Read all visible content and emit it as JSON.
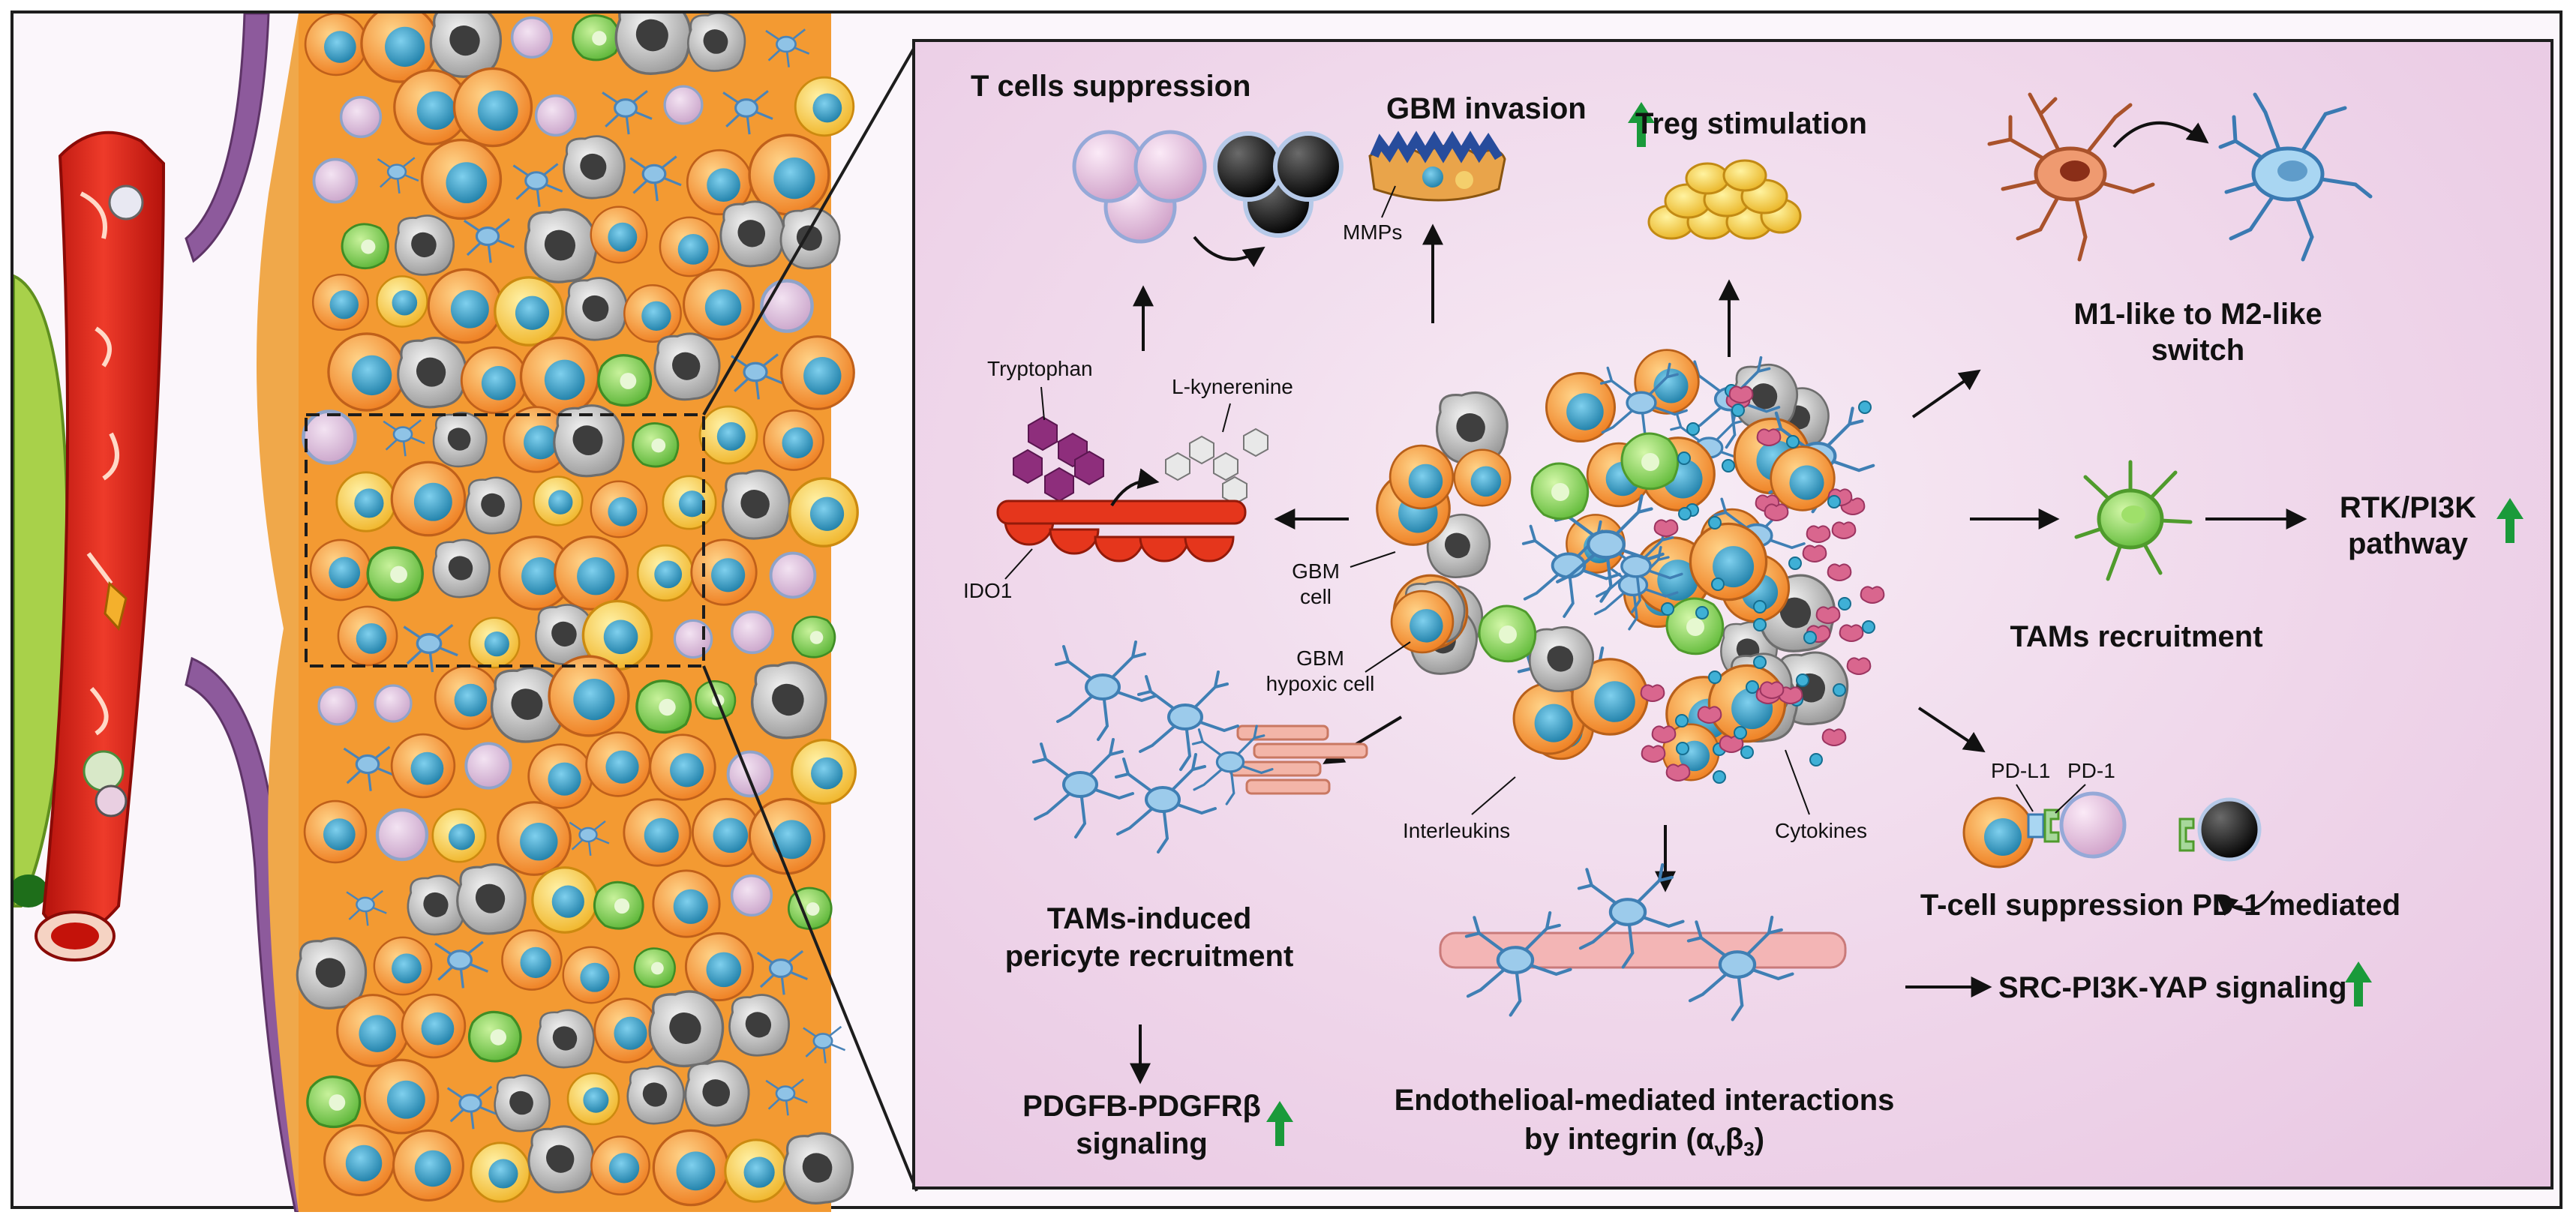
{
  "labels": {
    "t_cells_suppression": "T cells suppression",
    "gbm_invasion": "GBM invasion",
    "mmps": "MMPs",
    "treg_stimulation": "Treg stimulation",
    "m1_m2_line1": "M1-like to M2-like",
    "m1_m2_line2": "switch",
    "tryptophan": "Tryptophan",
    "l_kynerenine": "L-kynerenine",
    "ido1": "IDO1",
    "gbm_cell_line1": "GBM",
    "gbm_cell_line2": "cell",
    "gbm_hypoxic_line1": "GBM",
    "gbm_hypoxic_line2": "hypoxic cell",
    "rtk_line1": "RTK/PI3K",
    "rtk_line2": "pathway",
    "tams_recruitment": "TAMs recruitment",
    "tams_pericyte_line1": "TAMs-induced",
    "tams_pericyte_line2": "pericyte recruitment",
    "interleukins": "Interleukins",
    "cytokines": "Cytokines",
    "pd_l1": "PD-L1",
    "pd_1": "PD-1",
    "t_cell_pd1": "T-cell suppression PD-1 mediated",
    "pdgfb_line1": "PDGFB-PDGFRβ",
    "pdgfb_line2": "signaling",
    "endo_line1": "Endothelioal-mediated interactions",
    "endo_line2_prefix": "by integrin (α",
    "endo_sub_v": "v",
    "endo_beta": "β",
    "endo_sub_3": "3",
    "endo_close": ")",
    "src_signaling": "SRC-PI3K-YAP signaling"
  },
  "colors": {
    "upregulation_arrow": "#1a9a3a",
    "arrow": "#111111",
    "gbm_cell_orange": "#f0882a",
    "gbm_nucleus_blue": "#2e8fb6",
    "hypoxic_grey": "#9a9a9a",
    "microglia_blue": "#7fb8dc",
    "tam_green": "#7ccb4c",
    "interleukin_pink": "#d9668e",
    "cytokine_blue": "#3fb0d6",
    "vessel_red": "#e0281e",
    "vessel_purple": "#8d5a9c",
    "panel_bg": "#efd6ea"
  },
  "icons": [
    "upregulation-arrow-icon",
    "flow-arrow-icon",
    "curved-arrow-icon"
  ]
}
